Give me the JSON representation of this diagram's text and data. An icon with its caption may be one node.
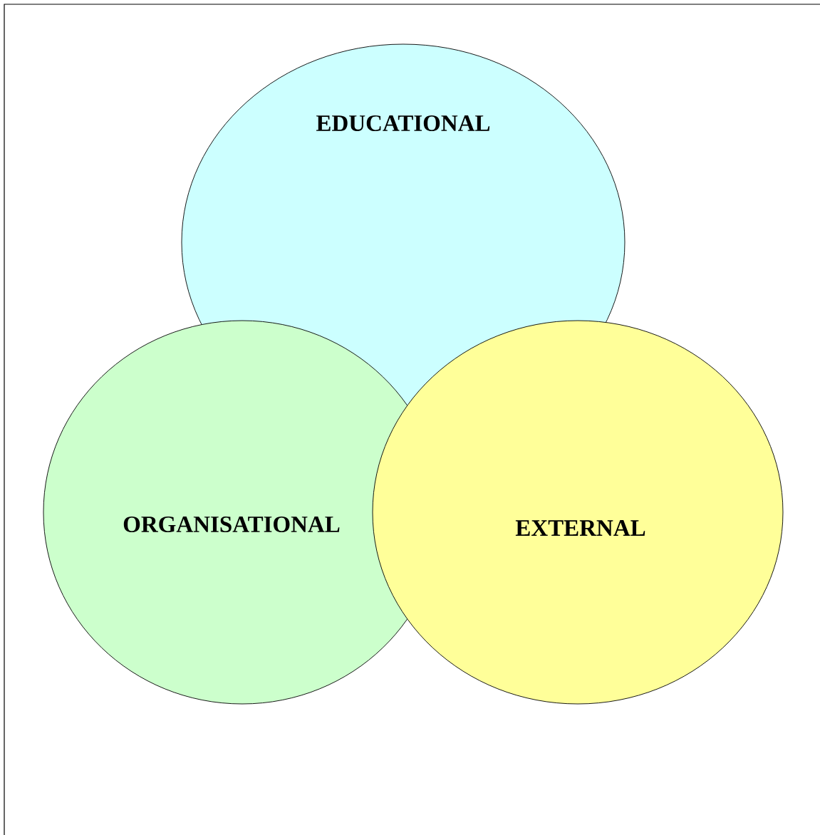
{
  "diagram": {
    "nodes": [
      {
        "text": [
          "EDUCATIONAL"
        ]
      },
      {
        "text": [
          "ORGANISATIONAL"
        ]
      },
      {
        "text": [
          "EXTERNAL"
        ]
      }
    ]
  }
}
